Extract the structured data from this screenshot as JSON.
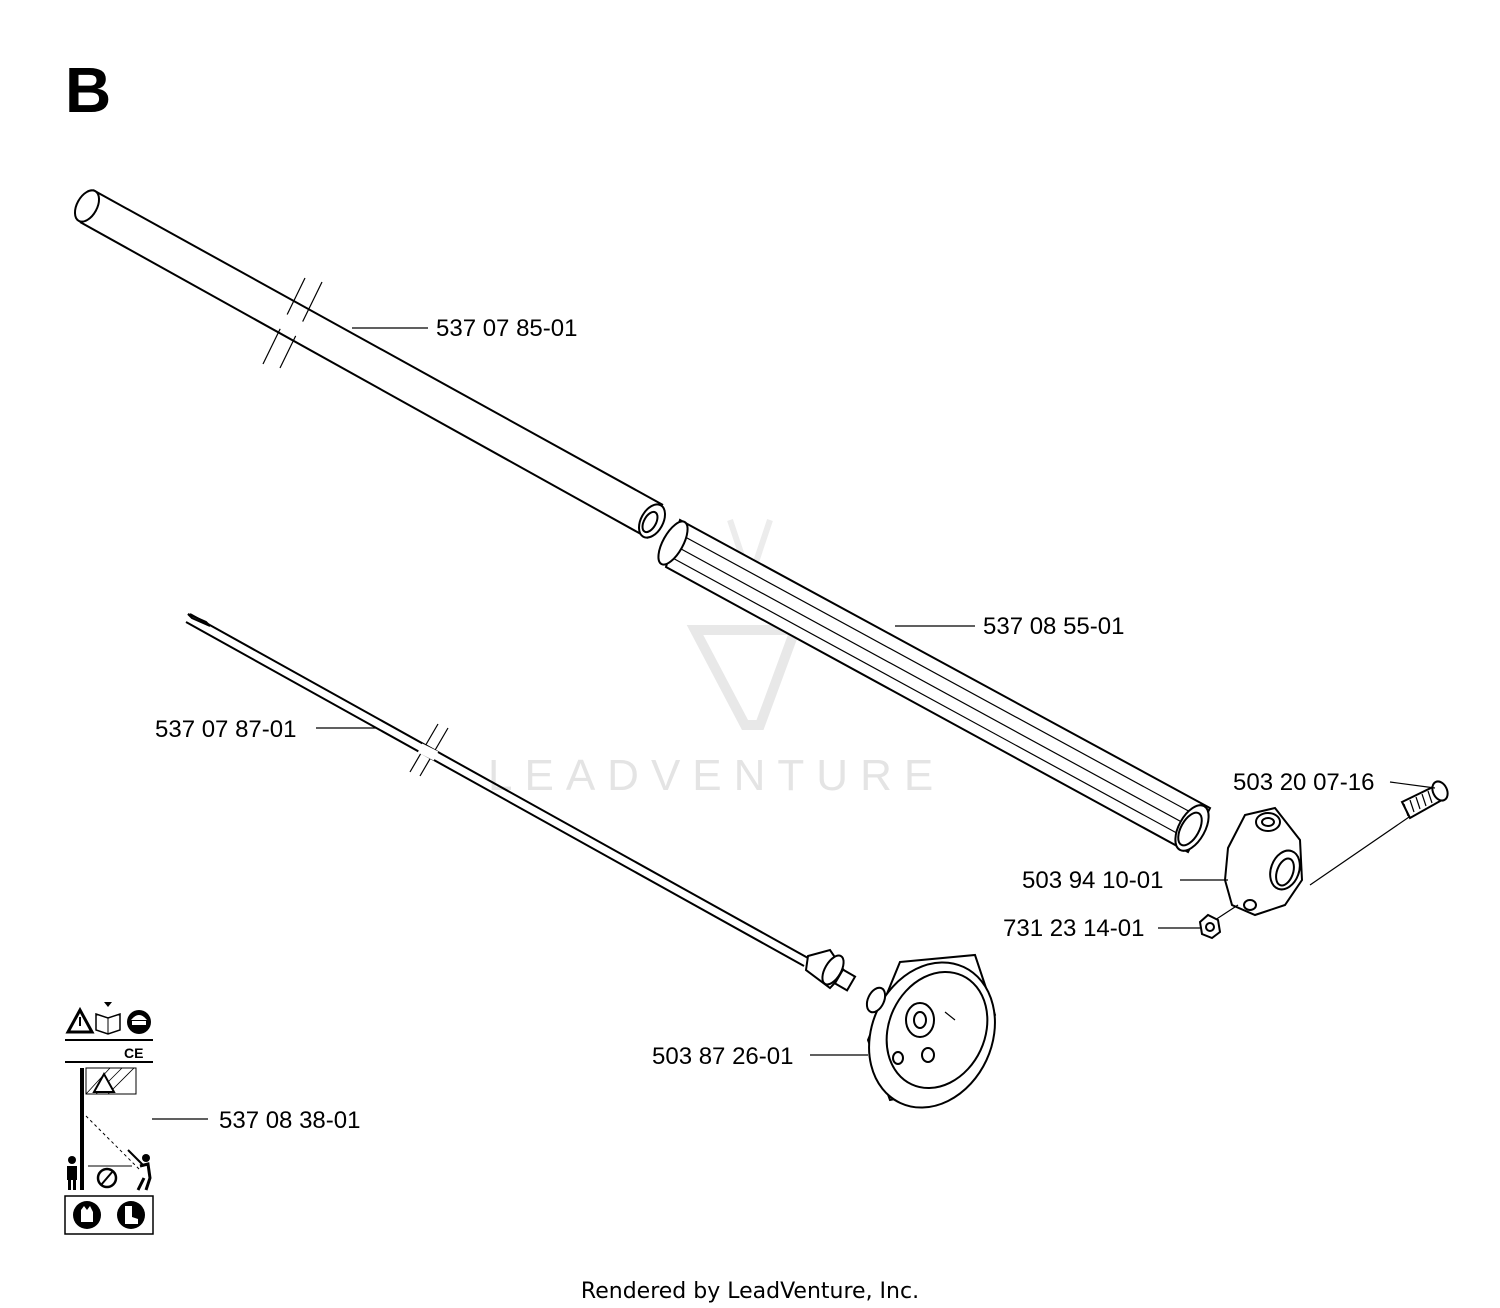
{
  "section_letter": "B",
  "watermark": "LEADVENTURE",
  "footer": "Rendered by LeadVenture, Inc.",
  "part_numbers": {
    "drive_tube": "537 07 85-01",
    "protective_tube": "537 08 55-01",
    "drive_shaft": "537 07 87-01",
    "screw": "503 20 07-16",
    "clamp": "503 94 10-01",
    "nut": "731 23 14-01",
    "clutch_drum": "503 87 26-01",
    "decal": "537 08 38-01"
  },
  "decal_text": {
    "ce_mark": "CE"
  }
}
